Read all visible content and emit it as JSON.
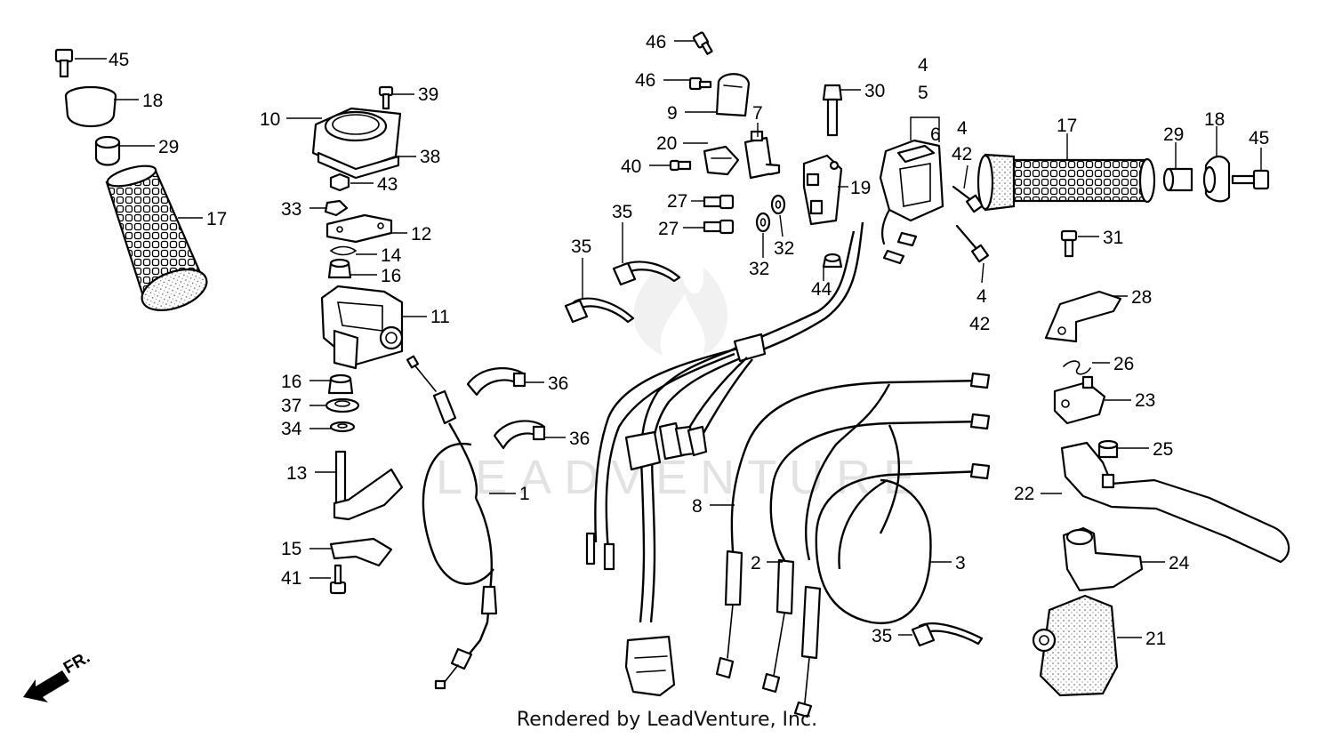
{
  "diagram": {
    "footer_text": "Rendered by LeadVenture, Inc.",
    "watermark_text": "LEADVENTURE",
    "direction_label": "FR.",
    "callouts": [
      {
        "id": "c45a",
        "label": "45"
      },
      {
        "id": "c18a",
        "label": "18"
      },
      {
        "id": "c29a",
        "label": "29"
      },
      {
        "id": "c17a",
        "label": "17"
      },
      {
        "id": "c39",
        "label": "39"
      },
      {
        "id": "c10",
        "label": "10"
      },
      {
        "id": "c38",
        "label": "38"
      },
      {
        "id": "c43",
        "label": "43"
      },
      {
        "id": "c33",
        "label": "33"
      },
      {
        "id": "c12",
        "label": "12"
      },
      {
        "id": "c14",
        "label": "14"
      },
      {
        "id": "c16a",
        "label": "16"
      },
      {
        "id": "c11",
        "label": "11"
      },
      {
        "id": "c16b",
        "label": "16"
      },
      {
        "id": "c37",
        "label": "37"
      },
      {
        "id": "c34",
        "label": "34"
      },
      {
        "id": "c13",
        "label": "13"
      },
      {
        "id": "c15",
        "label": "15"
      },
      {
        "id": "c41",
        "label": "41"
      },
      {
        "id": "c1",
        "label": "1"
      },
      {
        "id": "c36a",
        "label": "36"
      },
      {
        "id": "c36b",
        "label": "36"
      },
      {
        "id": "c35a",
        "label": "35"
      },
      {
        "id": "c35b",
        "label": "35"
      },
      {
        "id": "c46a",
        "label": "46"
      },
      {
        "id": "c46b",
        "label": "46"
      },
      {
        "id": "c9",
        "label": "9"
      },
      {
        "id": "c7",
        "label": "7"
      },
      {
        "id": "c20",
        "label": "20"
      },
      {
        "id": "c40",
        "label": "40"
      },
      {
        "id": "c27a",
        "label": "27"
      },
      {
        "id": "c27b",
        "label": "27"
      },
      {
        "id": "c32a",
        "label": "32"
      },
      {
        "id": "c32b",
        "label": "32"
      },
      {
        "id": "c30",
        "label": "30"
      },
      {
        "id": "c19",
        "label": "19"
      },
      {
        "id": "c44",
        "label": "44"
      },
      {
        "id": "c4a",
        "label": "4"
      },
      {
        "id": "c5",
        "label": "5"
      },
      {
        "id": "c6",
        "label": "6"
      },
      {
        "id": "c4b",
        "label": "4"
      },
      {
        "id": "c42a",
        "label": "42"
      },
      {
        "id": "c4c",
        "label": "4"
      },
      {
        "id": "c42b",
        "label": "42"
      },
      {
        "id": "c17b",
        "label": "17"
      },
      {
        "id": "c29b",
        "label": "29"
      },
      {
        "id": "c18b",
        "label": "18"
      },
      {
        "id": "c45b",
        "label": "45"
      },
      {
        "id": "c31",
        "label": "31"
      },
      {
        "id": "c28",
        "label": "28"
      },
      {
        "id": "c26",
        "label": "26"
      },
      {
        "id": "c23",
        "label": "23"
      },
      {
        "id": "c25",
        "label": "25"
      },
      {
        "id": "c22",
        "label": "22"
      },
      {
        "id": "c24",
        "label": "24"
      },
      {
        "id": "c21",
        "label": "21"
      },
      {
        "id": "c8",
        "label": "8"
      },
      {
        "id": "c2",
        "label": "2"
      },
      {
        "id": "c3",
        "label": "3"
      },
      {
        "id": "c35c",
        "label": "35"
      }
    ]
  }
}
